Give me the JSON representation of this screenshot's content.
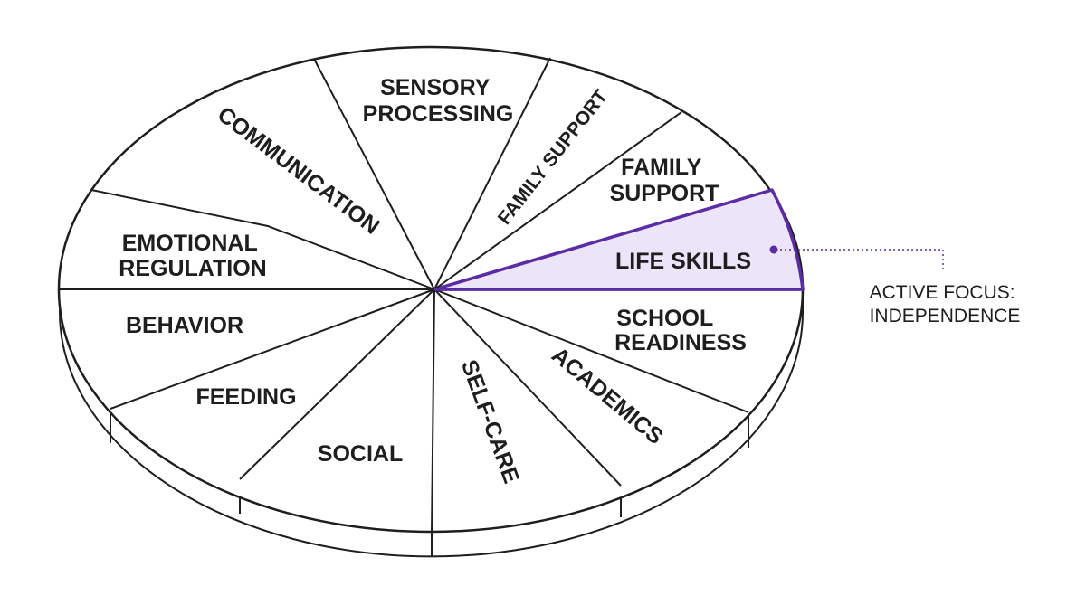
{
  "diagram": {
    "segments": [
      {
        "id": "sensory-processing",
        "lines": [
          "SENSORY",
          "PROCESSING"
        ]
      },
      {
        "id": "family-support-1",
        "lines": [
          "FAMILY SUPPORT"
        ]
      },
      {
        "id": "family-support-2",
        "lines": [
          "FAMILY",
          "SUPPORT"
        ]
      },
      {
        "id": "life-skills",
        "lines": [
          "LIFE SKILLS"
        ],
        "highlighted": true
      },
      {
        "id": "school-readiness",
        "lines": [
          "SCHOOL",
          "READINESS"
        ]
      },
      {
        "id": "academics",
        "lines": [
          "ACADEMICS"
        ]
      },
      {
        "id": "self-care",
        "lines": [
          "SELF-CARE"
        ]
      },
      {
        "id": "social",
        "lines": [
          "SOCIAL"
        ]
      },
      {
        "id": "feeding",
        "lines": [
          "FEEDING"
        ]
      },
      {
        "id": "behavior",
        "lines": [
          "BEHAVIOR"
        ]
      },
      {
        "id": "emotional-regulation",
        "lines": [
          "EMOTIONAL",
          "REGULATION"
        ]
      },
      {
        "id": "communication",
        "lines": [
          "COMMUNICATION"
        ]
      }
    ],
    "callout": {
      "lines": [
        "ACTIVE FOCUS:",
        "INDEPENDENCE"
      ]
    },
    "colors": {
      "outline": "#1e1e1e",
      "highlight_stroke": "#5b2ca3",
      "highlight_fill": "#ece4f8",
      "background": "#ffffff"
    }
  }
}
